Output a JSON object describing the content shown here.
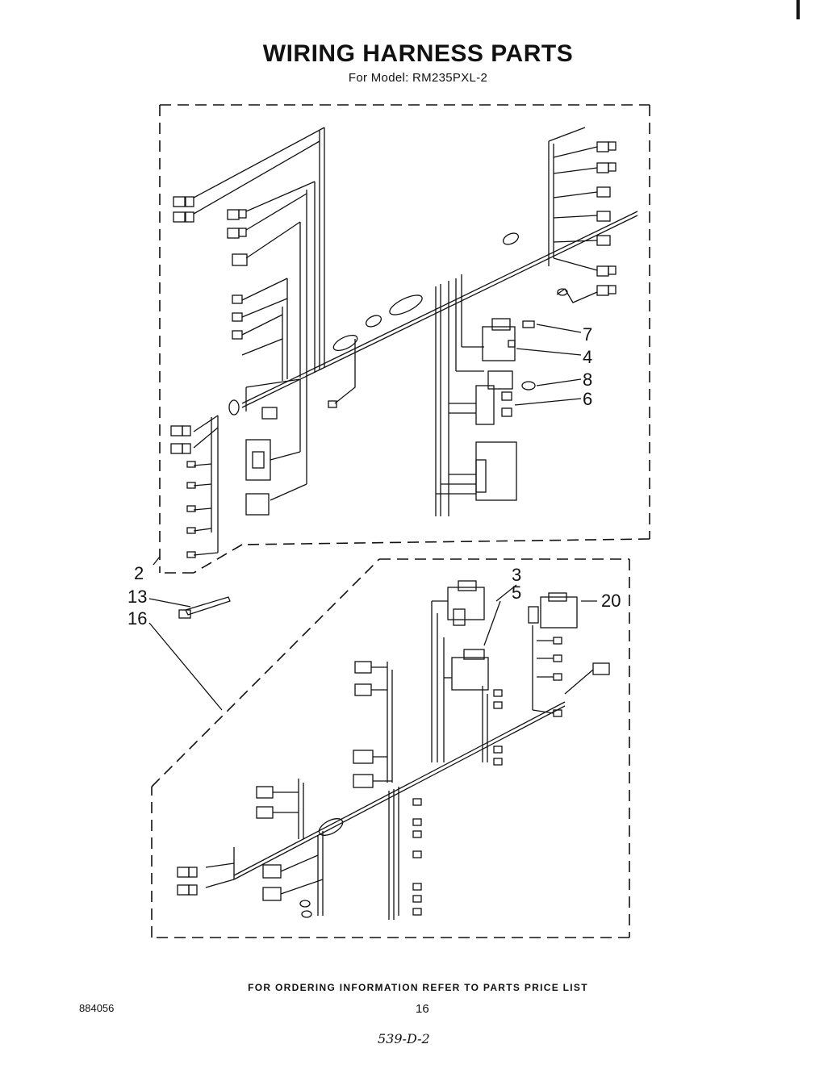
{
  "page": {
    "title": "WIRING HARNESS PARTS",
    "subtitle": "For Model: RM235PXL-2",
    "footer": "FOR ORDERING INFORMATION REFER TO PARTS PRICE LIST",
    "doc_number": "884056",
    "page_number": "16",
    "handwritten_note": "539-D-2"
  },
  "callouts": [
    "7",
    "4",
    "8",
    "6",
    "2",
    "13",
    "16",
    "3",
    "5",
    "20"
  ]
}
